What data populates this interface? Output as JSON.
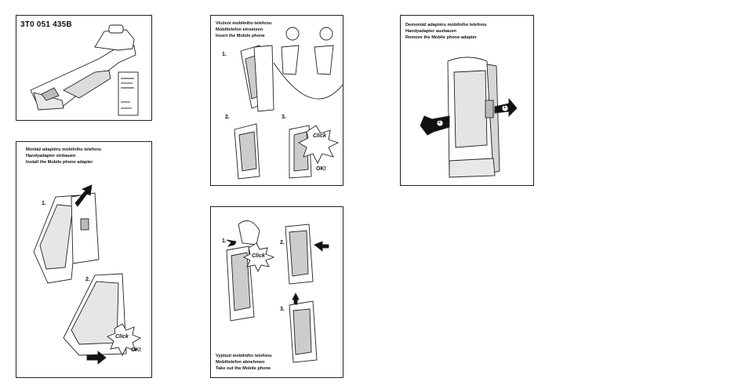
{
  "panel1": {
    "part_number": "3T0 051 435B"
  },
  "panel2": {
    "captions": [
      "Montáž adaptéru mobilního telefonu",
      "Handyadapter einbauen",
      "Install the Mobile phone adapter"
    ],
    "step1": "1.",
    "step2": "2.",
    "click": "Click",
    "ok": "OK!"
  },
  "panel3": {
    "captions": [
      "Vložení mobilního telefonu",
      "Mobiltelefon einsetzen",
      "Insert the Mobile phone"
    ],
    "step1": "1.",
    "step2": "2.",
    "step3": "3.",
    "click": "Click",
    "ok": "OK!"
  },
  "panel4": {
    "step1": "1.",
    "step2": "2.",
    "step3": "3.",
    "click": "Click",
    "captions": [
      "Vyjmutí mobilního telefonu",
      "Mobiltelefon abnehmen",
      "Take out the Mobile phone"
    ]
  },
  "panel5": {
    "captions": [
      "Demontáž adaptéru mobilního telefonu",
      "Handyadapter ausbauen",
      "Remove the Mobile phone adapter"
    ],
    "badge1": "1",
    "badge2": "2"
  }
}
